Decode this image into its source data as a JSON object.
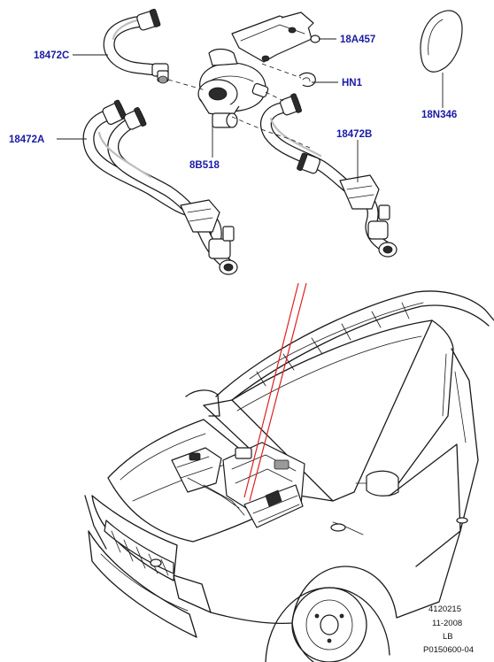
{
  "callouts": {
    "c18472C": "18472C",
    "c18A457": "18A457",
    "cHN1": "HN1",
    "c18N346": "18N346",
    "c18472A": "18472A",
    "c8B518": "8B518",
    "c18472B": "18472B"
  },
  "reference": {
    "code": "4120215",
    "date": "11-2008",
    "variant": "LB",
    "illustration": "P0150600-04"
  },
  "colors": {
    "callout_text": "#1a1aa6",
    "pointer_line": "#e02020",
    "line_art": "#1a1a1a"
  }
}
